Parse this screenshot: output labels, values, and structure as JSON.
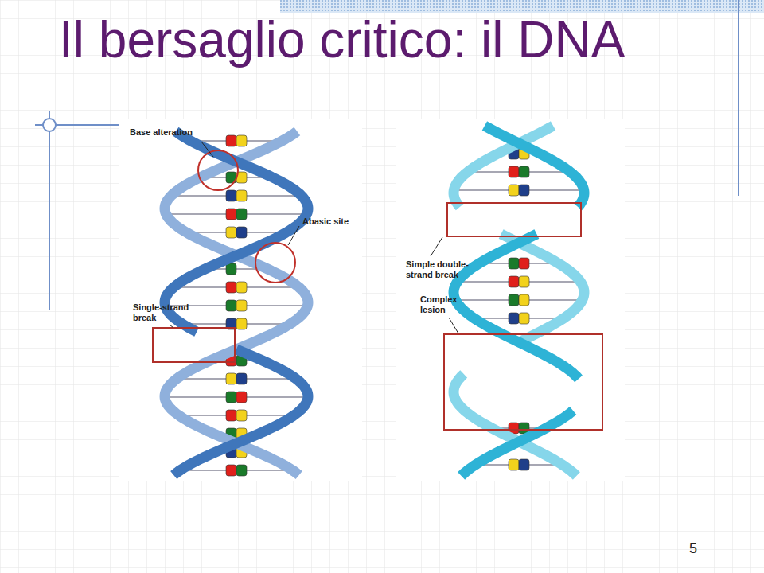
{
  "diagram": {
    "title": "Il bersaglio critico: il DNA",
    "labels": [
      "Base alteration",
      "Abasic site",
      "Single-strand break",
      "Simple double-strand break",
      "Complex lesion",
      "5"
    ]
  }
}
